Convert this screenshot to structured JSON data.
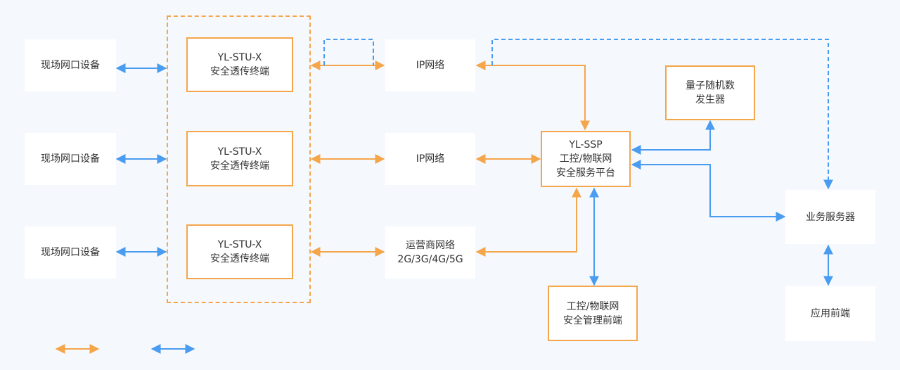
{
  "colors": {
    "background": "#f5f9fd",
    "orange": "#f5a54a",
    "blue": "#4a9cf0",
    "box": "#ffffff",
    "text": "#333333"
  },
  "field_devices": [
    {
      "label": "现场网口设备"
    },
    {
      "label": "现场网口设备"
    },
    {
      "label": "现场网口设备"
    }
  ],
  "terminals": [
    {
      "line1": "YL-STU-X",
      "line2": "安全透传终端"
    },
    {
      "line1": "YL-STU-X",
      "line2": "安全透传终端"
    },
    {
      "line1": "YL-STU-X",
      "line2": "安全透传终端"
    }
  ],
  "networks": [
    {
      "line1": "IP网络",
      "line2": ""
    },
    {
      "line1": "IP网络",
      "line2": ""
    },
    {
      "line1": "运营商网络",
      "line2": "2G/3G/4G/5G"
    }
  ],
  "platform": {
    "line1": "YL-SSP",
    "line2": "工控/物联网",
    "line3": "安全服务平台"
  },
  "qrng": {
    "line1": "量子随机数",
    "line2": "发生器"
  },
  "mgmt_frontend": {
    "line1": "工控/物联网",
    "line2": "安全管理前端"
  },
  "business_server": {
    "label": "业务服务器"
  },
  "app_frontend": {
    "label": "应用前端"
  },
  "legend": {
    "orange_arrow": "",
    "blue_arrow": ""
  }
}
